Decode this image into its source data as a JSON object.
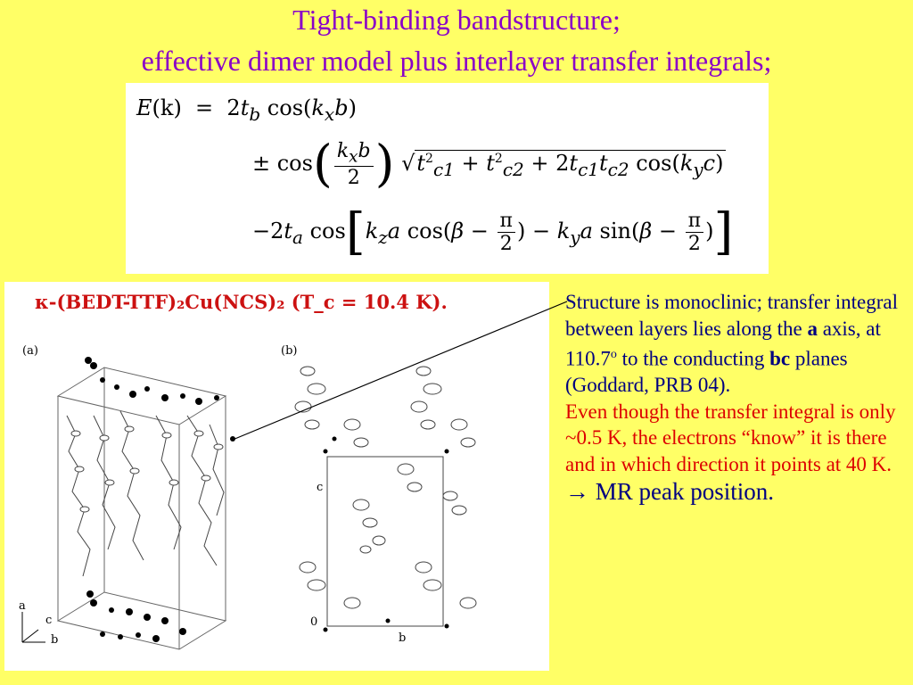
{
  "title": {
    "line1": "Tight-binding bandstructure;",
    "line2": "effective dimer model plus interlayer transfer integrals;"
  },
  "equation": {
    "lhs": "E(k)",
    "equals": "=",
    "row1": "2t_b cos(k_x b)",
    "row2": "± cos(k_x b / 2) √(t_c1² + t_c2² + 2t_c1 t_c2 cos(k_y c))",
    "row3": "−2t_a cos[k_z a cos(β − π/2) − k_y a sin(β − π/2)]"
  },
  "figure": {
    "title": "κ-(BEDT-TTF)₂Cu(NCS)₂  (T_c = 10.4  K).",
    "panel_a_label": "(a)",
    "panel_b_label": "(b)",
    "axis_a": "a",
    "axis_b": "b",
    "axis_c": "c",
    "panel_b_axis_c": "c",
    "panel_b_axis_b": "b",
    "panel_b_origin": "0"
  },
  "text": {
    "p1_part1": "Structure is monoclinic; transfer integral between layers lies along the ",
    "p1_bold_a": "a",
    "p1_part2": " axis, at 110.7",
    "p1_sup": "o",
    "p1_part3": " to the conducting ",
    "p1_bold_bc": "bc",
    "p1_part4": " planes (Goddard, PRB 04).",
    "p2": "Even though the transfer integral is only ~0.5 K, the electrons “know” it is there and in which direction it points at 40 K.",
    "p3_arrow": "→",
    "p3": " MR peak position."
  },
  "colors": {
    "background": "#ffff66",
    "title": "#8a00c8",
    "body_text": "#000080",
    "highlight_text": "#dd0000",
    "figure_title": "#cc1111"
  }
}
